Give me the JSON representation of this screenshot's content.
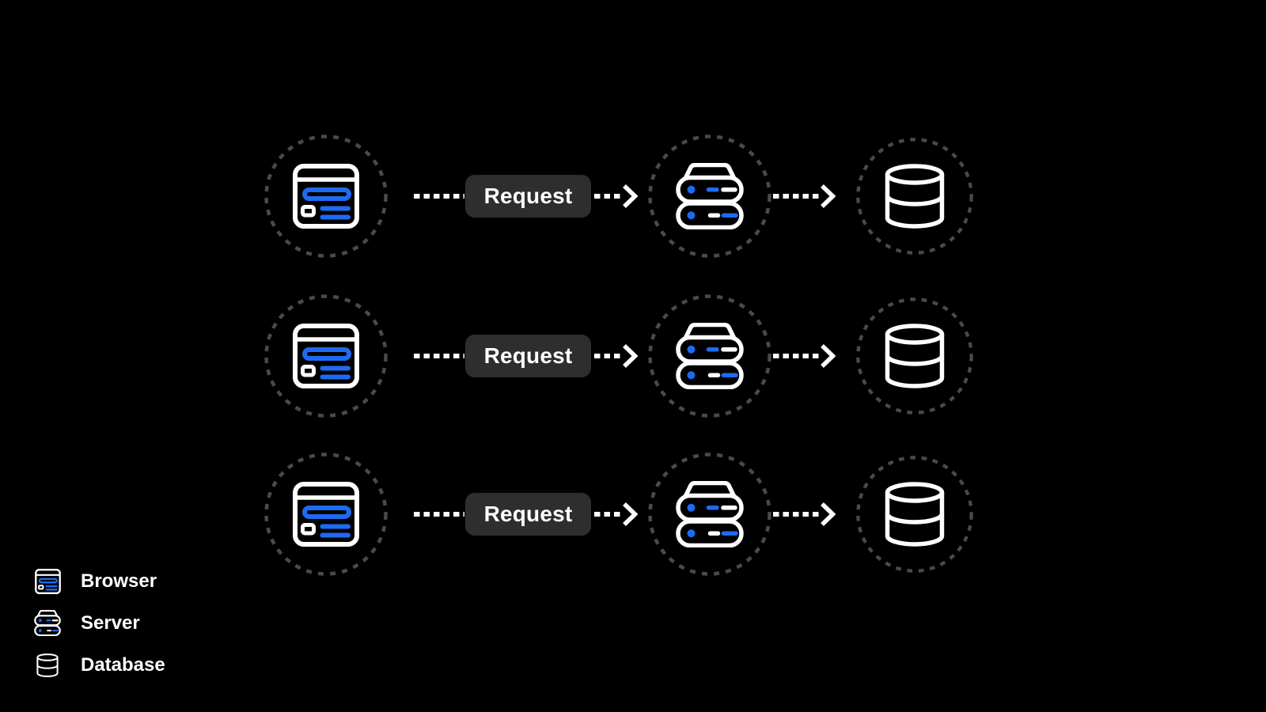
{
  "colors": {
    "background": "#000000",
    "icon_stroke": "#ffffff",
    "accent_blue": "#1c6bf2",
    "dashed_circle": "#4a4a4a",
    "connector": "#ffffff",
    "request_button_bg": "#2e2e2e",
    "request_button_text": "#ffffff",
    "legend_text": "#ffffff"
  },
  "diagram": {
    "rows": [
      {
        "nodes": [
          "browser-icon",
          "server-icon",
          "database-icon"
        ],
        "request_label": "Request"
      },
      {
        "nodes": [
          "browser-icon",
          "server-icon",
          "database-icon"
        ],
        "request_label": "Request"
      },
      {
        "nodes": [
          "browser-icon",
          "server-icon",
          "database-icon"
        ],
        "request_label": "Request"
      }
    ]
  },
  "legend": {
    "items": [
      {
        "icon": "browser-icon",
        "label": "Browser"
      },
      {
        "icon": "server-icon",
        "label": "Server"
      },
      {
        "icon": "database-icon",
        "label": "Database"
      }
    ]
  }
}
